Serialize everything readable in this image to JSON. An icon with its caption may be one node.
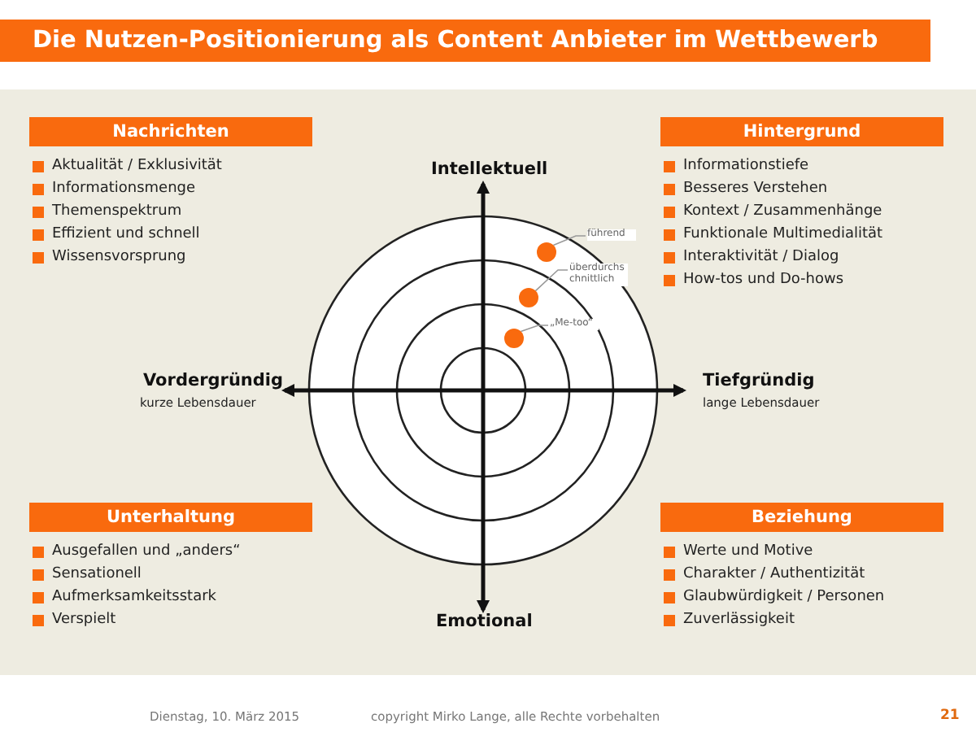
{
  "diagram": {
    "title": "Die Nutzen-Positionierung als Content Anbieter im Wettbewerb",
    "nodes": [
      {
        "text": [
          "Nachrichten",
          "Aktualität / Exklusivität",
          "Informationsmenge",
          "Themenspektrum",
          "Effizient und schnell",
          "Wissensvorsprung"
        ]
      },
      {
        "text": [
          "Hintergrund",
          "Informationstiefe",
          "Besseres Verstehen",
          "Kontext / Zusammenhänge",
          "Funktionale Multimedialität",
          "Interaktivität / Dialog",
          "How-tos und Do-hows"
        ]
      },
      {
        "text": [
          "Unterhaltung",
          "Ausgefallen und „anders“",
          "Sensationell",
          "Aufmerksamkeitsstark",
          "Verspielt"
        ]
      },
      {
        "text": [
          "Beziehung",
          "Werte und Motive",
          "Charakter / Authentizität",
          "Glaubwürdigkeit / Personen",
          "Zuverlässigkeit"
        ]
      },
      {
        "text": [
          "führend"
        ]
      },
      {
        "text": [
          "überdurchschnittlich"
        ]
      },
      {
        "text": [
          "„Me-too“"
        ]
      },
      {
        "text": [],
        "shape": "circle"
      },
      {
        "text": [],
        "shape": "circle"
      },
      {
        "text": [],
        "shape": "circle"
      }
    ],
    "edges": [
      {
        "from": 4,
        "to": 7,
        "arrow": "none"
      },
      {
        "from": 5,
        "to": 8,
        "arrow": "none"
      },
      {
        "from": 6,
        "to": 9,
        "arrow": "none"
      }
    ],
    "labels": [
      "Intellektuell",
      "Vordergründig",
      "kurze Lebensdauer",
      "Tiefgründig",
      "lange Lebensdauer",
      "Emotional",
      "Dienstag, 10. März 2015",
      "copyright Mirko Lange, alle Rechte vorbehalten",
      "21"
    ]
  }
}
